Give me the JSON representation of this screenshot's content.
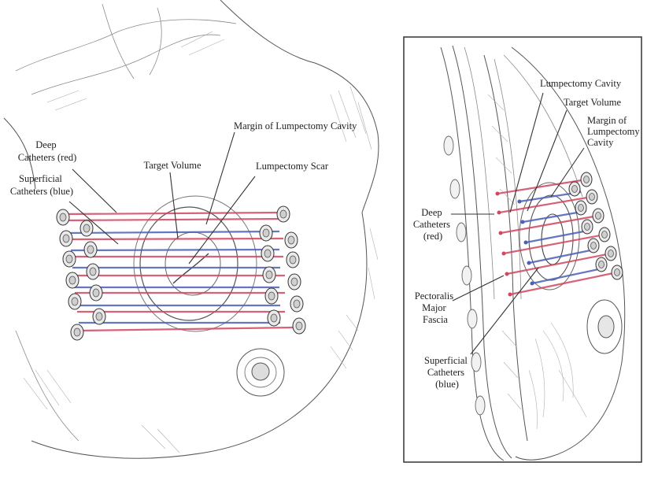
{
  "colors": {
    "red_catheter": "#d0475f",
    "blue_catheter": "#4a5fb5",
    "panel_border": "#333333"
  },
  "left_panel": {
    "labels": {
      "deep_catheters": [
        "Deep",
        "Catheters (red)"
      ],
      "superficial_catheters": [
        "Superficial",
        "Catheters (blue)"
      ],
      "target_volume": "Target Volume",
      "margin_cavity": "Margin  of Lumpectomy Cavity",
      "lumpectomy_scar": "Lumpectomy Scar"
    }
  },
  "right_panel": {
    "labels": {
      "lumpectomy_cavity": "Lumpectomy Cavity",
      "target_volume": "Target Volume",
      "margin_cavity": [
        "Margin of",
        "Lumpectomy",
        "Cavity"
      ],
      "deep_catheters": [
        "Deep",
        "Catheters",
        "(red)"
      ],
      "pectoralis": [
        "Pectoralis",
        "Major",
        "Fascia"
      ],
      "superficial_catheters": [
        "Superficial",
        "Catheters",
        "(blue)"
      ]
    }
  }
}
